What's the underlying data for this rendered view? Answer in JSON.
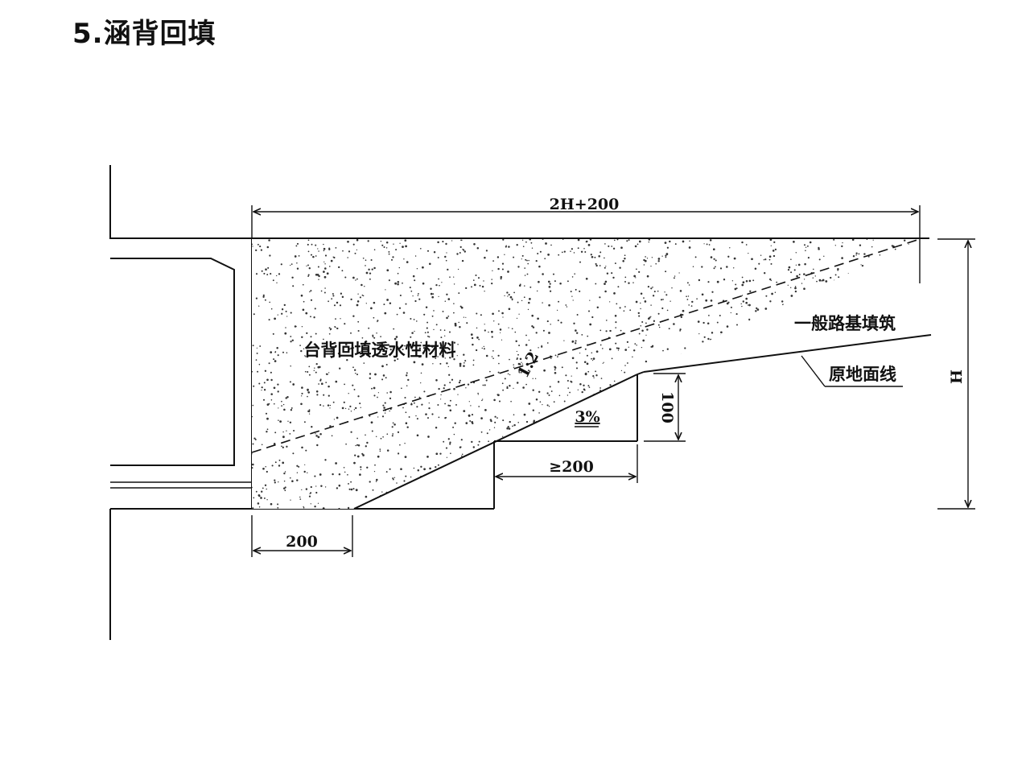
{
  "title": "5.涵背回填",
  "labels": {
    "top_width": "2H+200",
    "backfill_material": "台背回填透水性材料",
    "slope_ratio": "1:2",
    "general_subgrade": "一般路基填筑",
    "original_ground": "原地面线",
    "height": "H",
    "step_slope": "3%",
    "step_height": "100",
    "step_width": "≥200",
    "base_width": "200"
  },
  "colors": {
    "line": "#111111",
    "fill_dots": "#333333",
    "background": "#ffffff"
  }
}
